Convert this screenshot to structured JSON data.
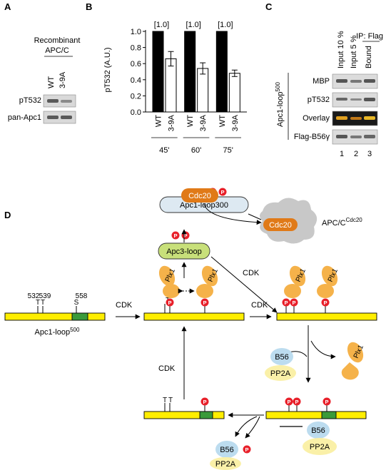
{
  "panel_a": {
    "letter": "A",
    "title_line1": "Recombinant",
    "title_line2": "APC/C",
    "lanes": [
      "WT",
      "3-9A"
    ],
    "rows": [
      "pT532",
      "pan-Apc1"
    ]
  },
  "panel_b": {
    "letter": "B"
  },
  "chart_data": {
    "type": "bar",
    "ylabel": "pT532 (A.U.)",
    "ylim": [
      0,
      1.0
    ],
    "yticks": [
      "0.0",
      "0.2",
      "0.4",
      "0.6",
      "0.8",
      "1.0"
    ],
    "groups": [
      "45'",
      "60'",
      "75'"
    ],
    "categories": [
      "WT",
      "3-9A",
      "WT",
      "3-9A",
      "WT",
      "3-9A"
    ],
    "values": [
      1.0,
      0.66,
      1.0,
      0.54,
      1.0,
      0.48
    ],
    "errors": [
      0,
      0.09,
      0,
      0.07,
      0,
      0.04
    ],
    "fills": [
      "#000000",
      "#ffffff",
      "#000000",
      "#ffffff",
      "#000000",
      "#ffffff"
    ],
    "ref_label": "[1.0]"
  },
  "panel_c": {
    "letter": "C",
    "ip_label": "IP: Flag",
    "columns": [
      "Input 10 %",
      "Input 5 %",
      "Bound"
    ],
    "side_label": "Apc1-loop",
    "side_sup": "500",
    "rows": [
      "MBP",
      "pT532",
      "Overlay",
      "Flag-B56γ"
    ],
    "lane_numbers": [
      "1",
      "2",
      "3"
    ]
  },
  "panel_d": {
    "letter": "D",
    "apc1_loop300": "Apc1-loop300",
    "apc3_loop": "Apc3-loop",
    "cdc20": "Cdc20",
    "apcc": "APC/C",
    "apcc_sup": "Cdc20",
    "cdk": "CDK",
    "plx1": "Plx1",
    "p": "P",
    "t": "T",
    "s": "S",
    "b56": "B56",
    "pp2a": "PP2A",
    "apc1_loop500": "Apc1-loop",
    "apc1_loop500_sup": "500",
    "site_labels": [
      "532",
      "539",
      "558"
    ],
    "colors": {
      "bar_yellow": "#ffee00",
      "site_green": "#3a9a3a",
      "phospho_red": "#e8202a",
      "plx1_orange": "#f5b24a",
      "cdc20_orange": "#e07a18",
      "apc3_green": "#c8e07a",
      "apc1_blue": "#dde9f2",
      "b56_blue": "#bcdcef",
      "pp2a_yellow": "#faf0a8",
      "apcc_gray": "#c8c8c8"
    }
  }
}
